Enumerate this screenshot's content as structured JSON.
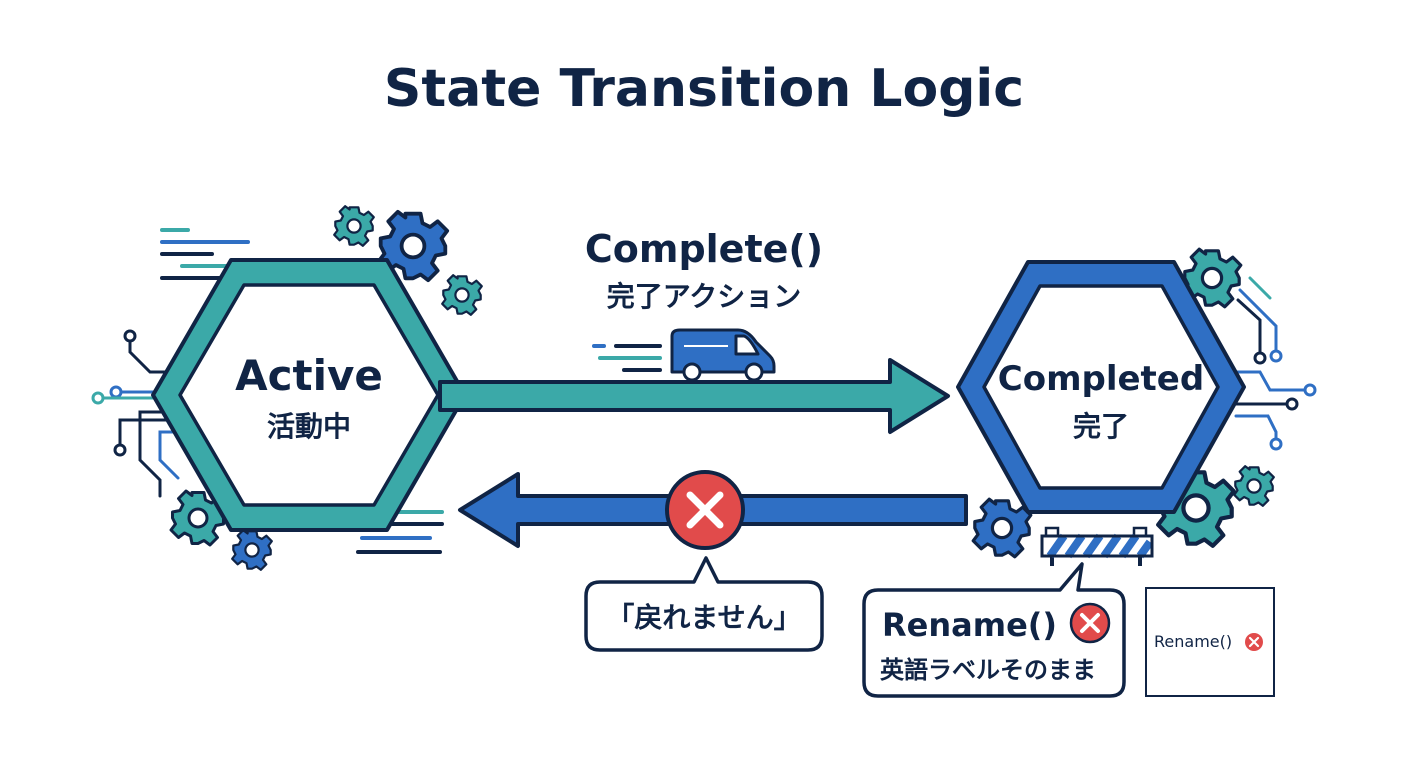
{
  "title": "State Transition Logic",
  "states": {
    "active": {
      "label": "Active",
      "label_ja": "活動中"
    },
    "completed": {
      "label": "Completed",
      "label_ja": "完了"
    }
  },
  "forward_transition": {
    "label": "Complete()",
    "label_ja": "完了アクション"
  },
  "backward_transition": {
    "note": "「戻れません」"
  },
  "rename_note": {
    "label": "Rename()",
    "label_ja": "英語ラベルそのまま"
  },
  "small_panel": {
    "label": "Rename()"
  },
  "icons": {
    "forward": "delivery-van-icon",
    "blocked": "x-circle-icon",
    "barrier": "road-barrier-icon",
    "decor": "gear-icon"
  },
  "colors": {
    "teal": "#3ba9a8",
    "blue": "#2f6fc4",
    "navy": "#102445",
    "red": "#e14b4b"
  }
}
